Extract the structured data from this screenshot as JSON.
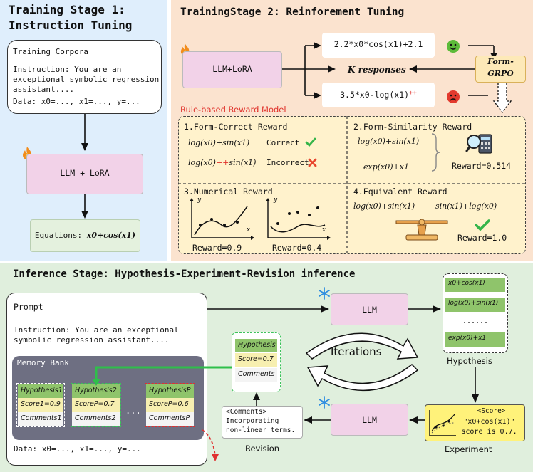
{
  "stage1": {
    "title_line1": "Training Stage 1:",
    "title_line2": "Instruction Tuning",
    "corpora_title": "Training Corpora",
    "instruction_lines": [
      "Instruction: You are an",
      "exceptional symbolic regression",
      "assistant...."
    ],
    "data_line": "Data: x0=..., x1=..., y=...",
    "llm_label": "LLM + LoRA",
    "equations_prefix": "Equations:",
    "equations_value": "x0+cos(x1)"
  },
  "stage2": {
    "title": "TrainingStage 2:  Reinforement Tuning",
    "llm_label": "LLM+LoRA",
    "response_top": "2.2*x0*cos(x1)+2.1",
    "k_responses": "K responses",
    "response_bottom_main": "3.5*x0-log(x1)",
    "response_bottom_err": "++",
    "grpo_line1": "Form-",
    "grpo_line2": "GRPO",
    "reward_model_label": "Rule-based Reward Model",
    "form_correct": {
      "title": "1.Form-Correct Reward",
      "expr1": "log(x0)+sin(x1)",
      "label1": "Correct",
      "expr2_a": "log(x0)",
      "expr2_err": "++",
      "expr2_b": "sin(x1)",
      "label2": "Incorrect"
    },
    "form_similarity": {
      "title": "2.Form-Similarity Reward",
      "expr1": "log(x0)+sin(x1)",
      "expr2": "exp(x0)+x1",
      "reward": "Reward=0.514"
    },
    "numerical": {
      "title": "3.Numerical Reward",
      "reward1": "Reward=0.9",
      "reward2": "Reward=0.4",
      "axis_x": "x",
      "axis_y": "y"
    },
    "equivalent": {
      "title": "4.Equivalent Reward",
      "expr1": "log(x0)+sin(x1)",
      "expr2": "sin(x1)+log(x0)",
      "reward": "Reward=1.0"
    }
  },
  "inference": {
    "title": "Inference Stage: Hypothesis-Experiment-Revision inference",
    "prompt_title": "Prompt",
    "instruction_lines": [
      "Instruction: You are an exceptional",
      "symbolic regression assistant...."
    ],
    "memory_bank_title": "Memory Bank",
    "memory_cards": [
      {
        "hyp": "Hypothesis1",
        "score": "Score1=0.9",
        "comments": "Comments1"
      },
      {
        "hyp": "Hypothesis2",
        "score": "ScoreP=0.7",
        "comments": "Comments2"
      },
      {
        "hyp": "HypothesisP",
        "score": "ScoreP=0.6",
        "comments": "CommentsP"
      }
    ],
    "ellipsis": "...",
    "data_line": "Data: x0=..., x1=..., y=...",
    "llm_top": "LLM",
    "llm_bottom": "LLM",
    "hypotheses": [
      "x0+cos(x1)",
      "log(x0)+sin(x1)",
      "......",
      "exp(x0)+x1"
    ],
    "hypothesis_label": "Hypothesis",
    "iterations_label": "Iterations",
    "revision_card": {
      "hyp": "Hypothesis",
      "score": "Score=0.7",
      "comments": "Comments"
    },
    "revision_box_lines": [
      "<Comments>",
      "Incorporating",
      "non-linear terms."
    ],
    "revision_label": "Revision",
    "experiment_score_title": "<Score>",
    "experiment_score_line1": "\"x0+cos(x1)\"",
    "experiment_score_line2": "score is 0.7.",
    "experiment_label": "Experiment"
  },
  "colors": {
    "stage1_bg": "#dfeefc",
    "stage2_bg": "#fbe3cf",
    "inference_bg": "#e0efdd",
    "llm_box": "#f2d2e8",
    "green_box": "#e4f1de",
    "grpo_box": "#fde9b8",
    "reward_bg": "#fff2cc",
    "memory_bank": "#6e6f82",
    "error_red": "#e0302a",
    "hyp_green": "#8fc46b",
    "score_yellow": "#f7efb0",
    "experiment_yellow": "#fff27a"
  }
}
